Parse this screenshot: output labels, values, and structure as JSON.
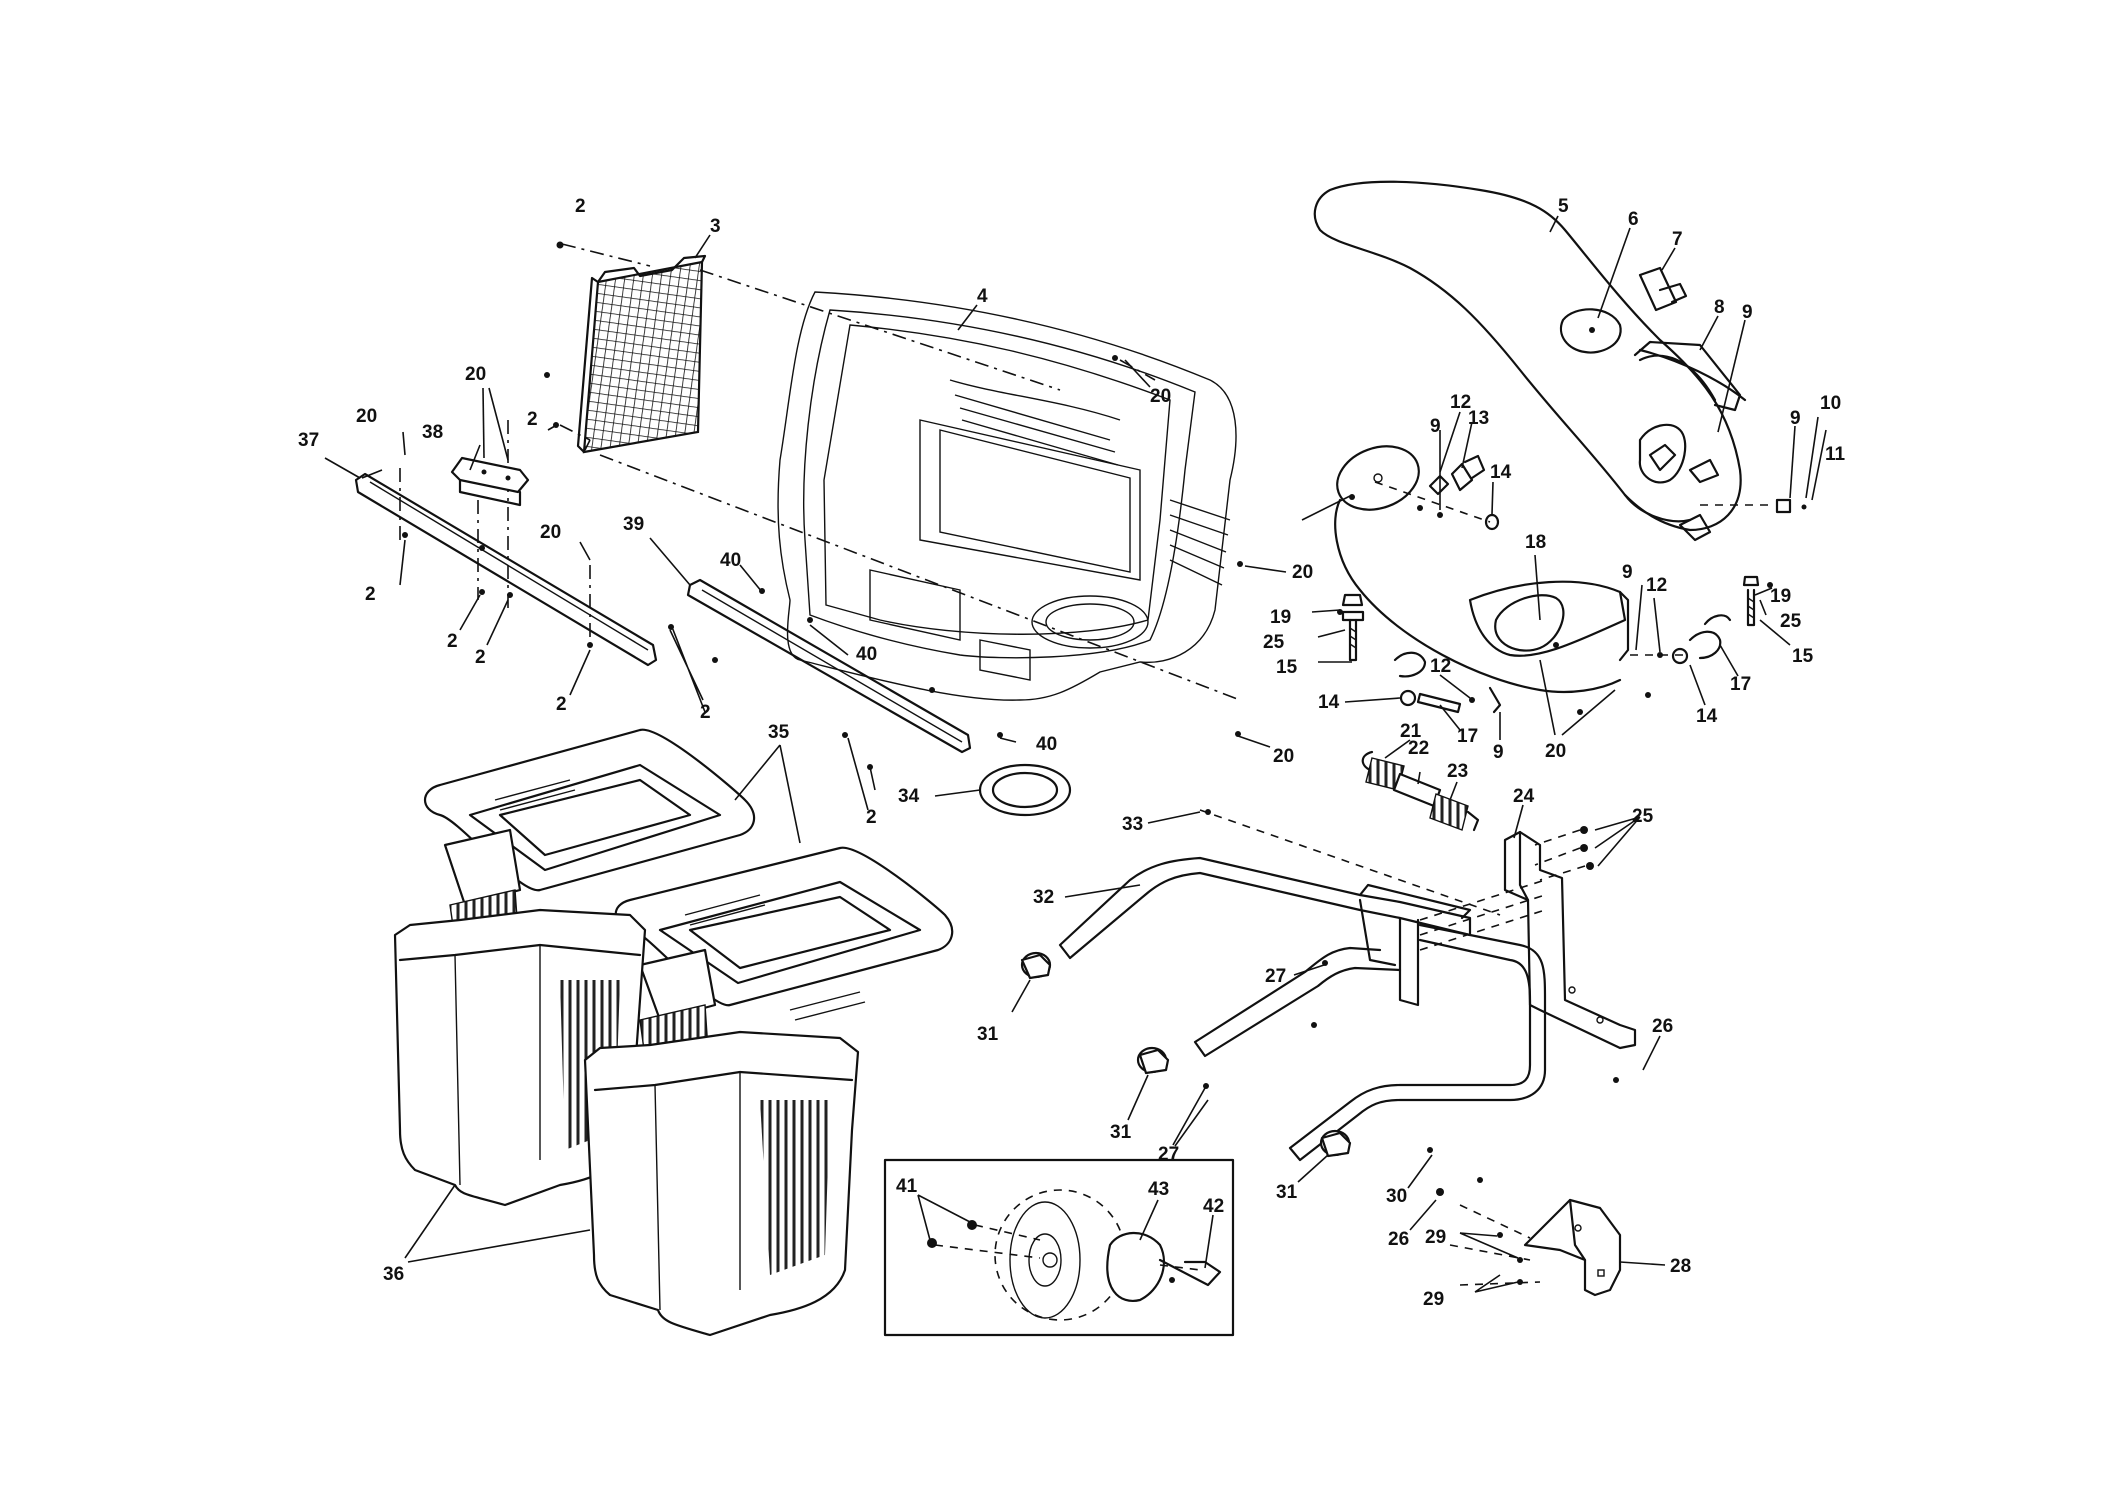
{
  "callouts": [
    {
      "id": "c2a",
      "text": "2"
    },
    {
      "id": "c3",
      "text": "3"
    },
    {
      "id": "c4",
      "text": "4"
    },
    {
      "id": "c5",
      "text": "5"
    },
    {
      "id": "c6",
      "text": "6"
    },
    {
      "id": "c7",
      "text": "7"
    },
    {
      "id": "c8",
      "text": "8"
    },
    {
      "id": "c9a",
      "text": "9"
    },
    {
      "id": "c9b",
      "text": "9"
    },
    {
      "id": "c10",
      "text": "10"
    },
    {
      "id": "c11",
      "text": "11"
    },
    {
      "id": "c12a",
      "text": "12"
    },
    {
      "id": "c13",
      "text": "13"
    },
    {
      "id": "c9c",
      "text": "9"
    },
    {
      "id": "c14a",
      "text": "14"
    },
    {
      "id": "c20a",
      "text": "20"
    },
    {
      "id": "c20b",
      "text": "20"
    },
    {
      "id": "c20c",
      "text": "20"
    },
    {
      "id": "c20d",
      "text": "20"
    },
    {
      "id": "c20e",
      "text": "20"
    },
    {
      "id": "c2b",
      "text": "2"
    },
    {
      "id": "c37",
      "text": "37"
    },
    {
      "id": "c38",
      "text": "38"
    },
    {
      "id": "c2c",
      "text": "2"
    },
    {
      "id": "c2d",
      "text": "2"
    },
    {
      "id": "c2e",
      "text": "2"
    },
    {
      "id": "c2f",
      "text": "2"
    },
    {
      "id": "c39",
      "text": "39"
    },
    {
      "id": "c40a",
      "text": "40"
    },
    {
      "id": "c40b",
      "text": "40"
    },
    {
      "id": "c40c",
      "text": "40"
    },
    {
      "id": "c2g",
      "text": "2"
    },
    {
      "id": "c2h",
      "text": "2"
    },
    {
      "id": "c34",
      "text": "34"
    },
    {
      "id": "c20f",
      "text": "20"
    },
    {
      "id": "c19a",
      "text": "19"
    },
    {
      "id": "c25a",
      "text": "25"
    },
    {
      "id": "c15a",
      "text": "15"
    },
    {
      "id": "c18",
      "text": "18"
    },
    {
      "id": "c9d",
      "text": "9"
    },
    {
      "id": "c12b",
      "text": "12"
    },
    {
      "id": "c19b",
      "text": "19"
    },
    {
      "id": "c25b",
      "text": "25"
    },
    {
      "id": "c15b",
      "text": "15"
    },
    {
      "id": "c17a",
      "text": "17"
    },
    {
      "id": "c14b",
      "text": "14"
    },
    {
      "id": "c12c",
      "text": "12"
    },
    {
      "id": "c14c",
      "text": "14"
    },
    {
      "id": "c17b",
      "text": "17"
    },
    {
      "id": "c9e",
      "text": "9"
    },
    {
      "id": "c20g",
      "text": "20"
    },
    {
      "id": "c21",
      "text": "21"
    },
    {
      "id": "c22",
      "text": "22"
    },
    {
      "id": "c23",
      "text": "23"
    },
    {
      "id": "c35",
      "text": "35"
    },
    {
      "id": "c33",
      "text": "33"
    },
    {
      "id": "c24",
      "text": "24"
    },
    {
      "id": "c25c",
      "text": "25"
    },
    {
      "id": "c32",
      "text": "32"
    },
    {
      "id": "c27a",
      "text": "27"
    },
    {
      "id": "c31a",
      "text": "31"
    },
    {
      "id": "c26a",
      "text": "26"
    },
    {
      "id": "c31b",
      "text": "31"
    },
    {
      "id": "c27b",
      "text": "27"
    },
    {
      "id": "c31c",
      "text": "31"
    },
    {
      "id": "c30",
      "text": "30"
    },
    {
      "id": "c26b",
      "text": "26"
    },
    {
      "id": "c29a",
      "text": "29"
    },
    {
      "id": "c28",
      "text": "28"
    },
    {
      "id": "c29b",
      "text": "29"
    },
    {
      "id": "c36",
      "text": "36"
    },
    {
      "id": "c41",
      "text": "41"
    },
    {
      "id": "c43",
      "text": "43"
    },
    {
      "id": "c42",
      "text": "42"
    }
  ]
}
